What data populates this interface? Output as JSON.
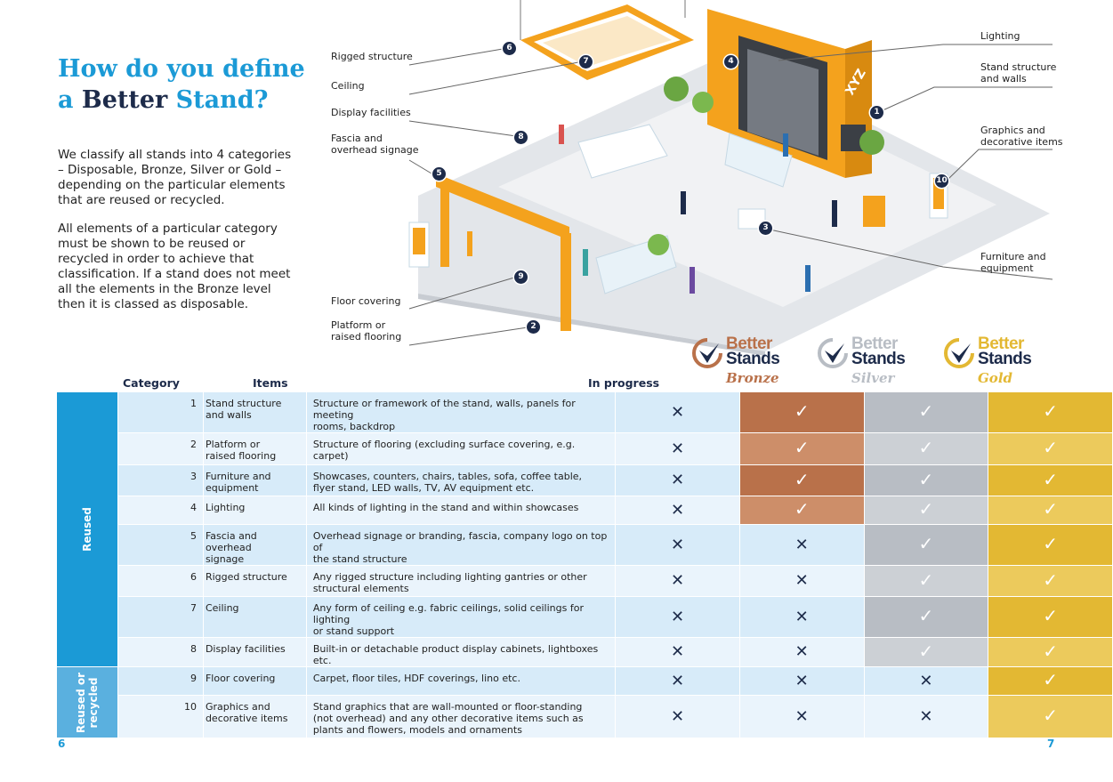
{
  "title": {
    "line1_start": "How do you define",
    "line2_a": "a ",
    "line2_b": "Better",
    "line2_c": " Stand?"
  },
  "paragraphs": [
    "We classify all stands into 4 categories – Disposable, Bronze, Silver or Gold – depending on the particular elements that are reused or recycled.",
    "All elements of a particular category must be shown to be reused or recycled in order to achieve that classification. If a stand does not meet all the elements in the Bronze level then it is classed as disposable."
  ],
  "callouts": {
    "rigged": "Rigged structure",
    "ceiling": "Ceiling",
    "display": "Display facilities",
    "fascia1": "Fascia and",
    "fascia2": "overhead signage",
    "floor": "Floor covering",
    "platform1": "Platform or",
    "platform2": "raised flooring",
    "lighting": "Lighting",
    "stand1": "Stand structure",
    "stand2": "and walls",
    "graphics1": "Graphics and",
    "graphics2": "decorative items",
    "furniture1": "Furniture and",
    "furniture2": "equipment"
  },
  "markers": {
    "m1": "1",
    "m2": "2",
    "m3": "3",
    "m4": "4",
    "m5": "5",
    "m6": "6",
    "m7": "7",
    "m8": "8",
    "m9": "9",
    "m10": "10"
  },
  "stand_label": "XYZ",
  "logos": {
    "better": "Better",
    "stands": "Stands",
    "bronze": "Bronze",
    "silver": "Silver",
    "gold": "Gold"
  },
  "headers": {
    "category": "Category",
    "items": "Items",
    "progress": "In progress"
  },
  "groups": {
    "reused": "Reused",
    "reused_recycled_1": "Reused or",
    "reused_recycled_2": "recycled"
  },
  "marks": {
    "cross": "✕",
    "tick": "✓"
  },
  "rows": [
    {
      "no": "1",
      "cat1": "Stand structure",
      "cat2": "and walls",
      "item1": "Structure or framework of the stand, walls, panels for meeting",
      "item2": "rooms, backdrop",
      "item3": ""
    },
    {
      "no": "2",
      "cat1": "Platform or",
      "cat2": "raised flooring",
      "item1": "Structure of flooring (excluding surface covering, e.g. carpet)",
      "item2": "",
      "item3": ""
    },
    {
      "no": "3",
      "cat1": "Furniture and",
      "cat2": "equipment",
      "item1": "Showcases, counters, chairs, tables, sofa, coffee table,",
      "item2": "flyer stand, LED walls, TV, AV equipment etc.",
      "item3": ""
    },
    {
      "no": "4",
      "cat1": "Lighting",
      "cat2": "",
      "item1": "All kinds of lighting in the stand and within showcases",
      "item2": "",
      "item3": ""
    },
    {
      "no": "5",
      "cat1": "Fascia and overhead",
      "cat2": "signage",
      "item1": "Overhead signage or branding, fascia, company logo on top of",
      "item2": "the stand structure",
      "item3": ""
    },
    {
      "no": "6",
      "cat1": "Rigged structure",
      "cat2": "",
      "item1": "Any rigged structure including lighting gantries or other",
      "item2": "structural elements",
      "item3": ""
    },
    {
      "no": "7",
      "cat1": "Ceiling",
      "cat2": "",
      "item1": "Any form of ceiling e.g. fabric ceilings, solid ceilings for lighting",
      "item2": "or stand support",
      "item3": ""
    },
    {
      "no": "8",
      "cat1": "Display facilities",
      "cat2": "",
      "item1": "Built-in or detachable product display cabinets, lightboxes etc.",
      "item2": "",
      "item3": ""
    },
    {
      "no": "9",
      "cat1": "Floor covering",
      "cat2": "",
      "item1": "Carpet, floor tiles, HDF coverings, lino etc.",
      "item2": "",
      "item3": ""
    },
    {
      "no": "10",
      "cat1": "Graphics and",
      "cat2": "decorative items",
      "item1": "Stand graphics that are wall-mounted or floor-standing",
      "item2": "(not overhead) and any other decorative items such as",
      "item3": "plants and flowers, models and ornaments"
    }
  ],
  "page_numbers": {
    "left": "6",
    "right": "7"
  },
  "colors": {
    "blue": "#1b9ad6",
    "navy": "#1d2b4a",
    "bronze": "#b9714a",
    "silver": "#b8bdc4",
    "gold": "#e3b833",
    "orange": "#f4a21d"
  }
}
